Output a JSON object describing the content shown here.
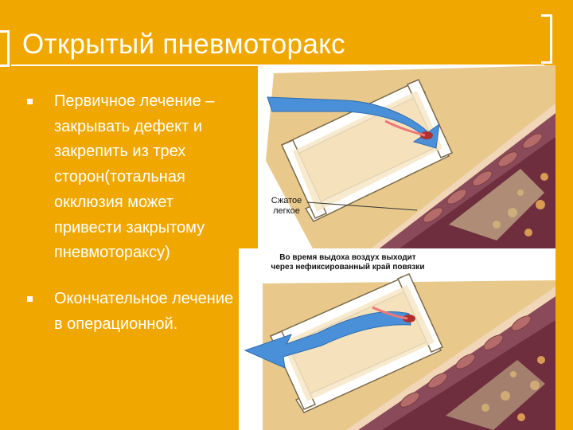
{
  "slide": {
    "title": "Открытый пневмоторакс",
    "bullets": [
      {
        "lines": [
          "Первичное лечение –",
          "закрывать дефект и",
          "закрепить из трех",
          "сторон(тотальная",
          "окклюзия может",
          "привести закрытому",
          "пневмотораксу)"
        ]
      },
      {
        "lines": [
          "Окончательное лечение",
          "в операционной."
        ]
      }
    ]
  },
  "figure_top": {
    "label_line1": "Сжатое",
    "label_line2": "легкое"
  },
  "figure_bottom": {
    "caption_line1": "Во время выдоха воздух выходит",
    "caption_line2": "через нефиксированный край повязки"
  },
  "colors": {
    "background": "#F0A800",
    "text": "#FFFFFF",
    "arrow": "#4A90D9",
    "skin": "#E9C98B",
    "tissue": "#8A4A5A"
  }
}
